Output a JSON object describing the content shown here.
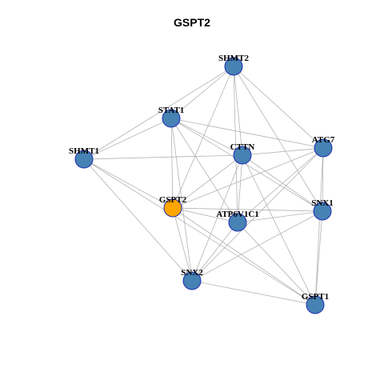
{
  "title": "GSPT2",
  "colors": {
    "node_default": "#4682B4",
    "node_highlight": "#FFA500",
    "node_border": "#1F2FB5",
    "edge": "#B3B3B3"
  },
  "nodes": [
    {
      "id": "SHMT2",
      "label": "SHMT2",
      "highlight": false
    },
    {
      "id": "STAT1",
      "label": "STAT1",
      "highlight": false
    },
    {
      "id": "SHMT1",
      "label": "SHMT1",
      "highlight": false
    },
    {
      "id": "CTTN",
      "label": "CTTN",
      "highlight": false
    },
    {
      "id": "ATG7",
      "label": "ATG7",
      "highlight": false
    },
    {
      "id": "GSPT2",
      "label": "GSPT2",
      "highlight": true
    },
    {
      "id": "ATP6V1C1",
      "label": "ATP6V1C1",
      "highlight": false
    },
    {
      "id": "SNX1",
      "label": "SNX1",
      "highlight": false
    },
    {
      "id": "SNX2",
      "label": "SNX2",
      "highlight": false
    },
    {
      "id": "GSPT1",
      "label": "GSPT1",
      "highlight": false
    }
  ],
  "edges": [
    [
      "SHMT2",
      "STAT1"
    ],
    [
      "SHMT2",
      "SHMT1"
    ],
    [
      "SHMT2",
      "CTTN"
    ],
    [
      "SHMT2",
      "ATG7"
    ],
    [
      "SHMT2",
      "GSPT2"
    ],
    [
      "SHMT2",
      "ATP6V1C1"
    ],
    [
      "SHMT2",
      "SNX1"
    ],
    [
      "STAT1",
      "SHMT1"
    ],
    [
      "STAT1",
      "CTTN"
    ],
    [
      "STAT1",
      "ATG7"
    ],
    [
      "STAT1",
      "GSPT2"
    ],
    [
      "STAT1",
      "ATP6V1C1"
    ],
    [
      "STAT1",
      "SNX1"
    ],
    [
      "STAT1",
      "SNX2"
    ],
    [
      "SHMT1",
      "CTTN"
    ],
    [
      "SHMT1",
      "GSPT2"
    ],
    [
      "SHMT1",
      "SNX2"
    ],
    [
      "SHMT1",
      "GSPT1"
    ],
    [
      "CTTN",
      "ATG7"
    ],
    [
      "CTTN",
      "GSPT2"
    ],
    [
      "CTTN",
      "ATP6V1C1"
    ],
    [
      "CTTN",
      "SNX1"
    ],
    [
      "CTTN",
      "SNX2"
    ],
    [
      "CTTN",
      "GSPT1"
    ],
    [
      "ATG7",
      "GSPT2"
    ],
    [
      "ATG7",
      "ATP6V1C1"
    ],
    [
      "ATG7",
      "SNX1"
    ],
    [
      "ATG7",
      "SNX2"
    ],
    [
      "ATG7",
      "GSPT1"
    ],
    [
      "GSPT2",
      "ATP6V1C1"
    ],
    [
      "GSPT2",
      "SNX1"
    ],
    [
      "GSPT2",
      "SNX2"
    ],
    [
      "GSPT2",
      "GSPT1"
    ],
    [
      "ATP6V1C1",
      "SNX1"
    ],
    [
      "ATP6V1C1",
      "SNX2"
    ],
    [
      "ATP6V1C1",
      "GSPT1"
    ],
    [
      "SNX1",
      "SNX2"
    ],
    [
      "SNX1",
      "GSPT1"
    ],
    [
      "SNX2",
      "GSPT1"
    ]
  ]
}
